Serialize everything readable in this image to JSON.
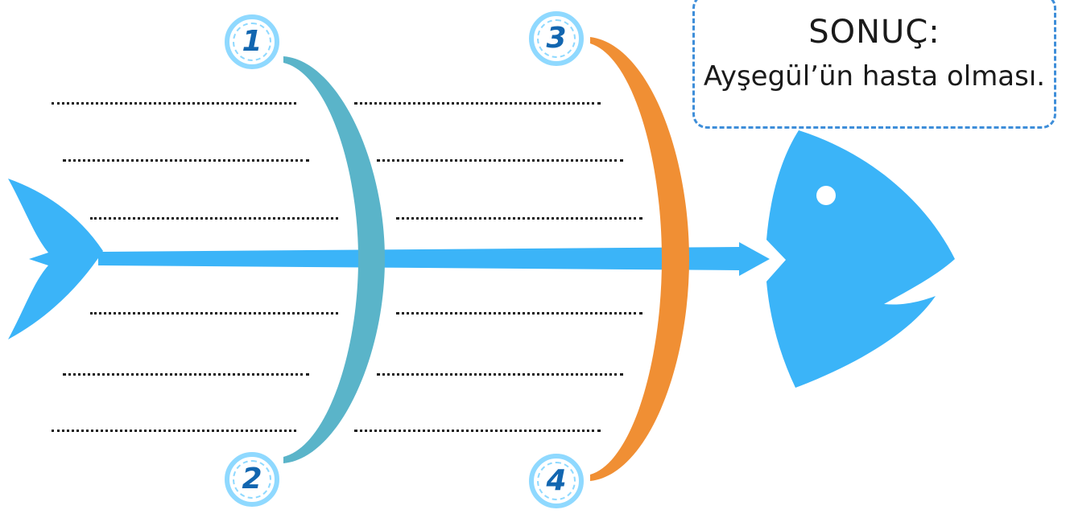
{
  "result": {
    "title": "SONUÇ:",
    "text": "Ayşegül’ün hasta olması."
  },
  "causes": [
    {
      "number": "1"
    },
    {
      "number": "2"
    },
    {
      "number": "3"
    },
    {
      "number": "4"
    }
  ],
  "colors": {
    "fish": "#3bb4f8",
    "bone_teal": "#5ab4c9",
    "bone_orange": "#f08f34",
    "badge_ring": "#8fd9ff",
    "badge_number": "#1266b0",
    "box_border": "#3e8ed9"
  }
}
